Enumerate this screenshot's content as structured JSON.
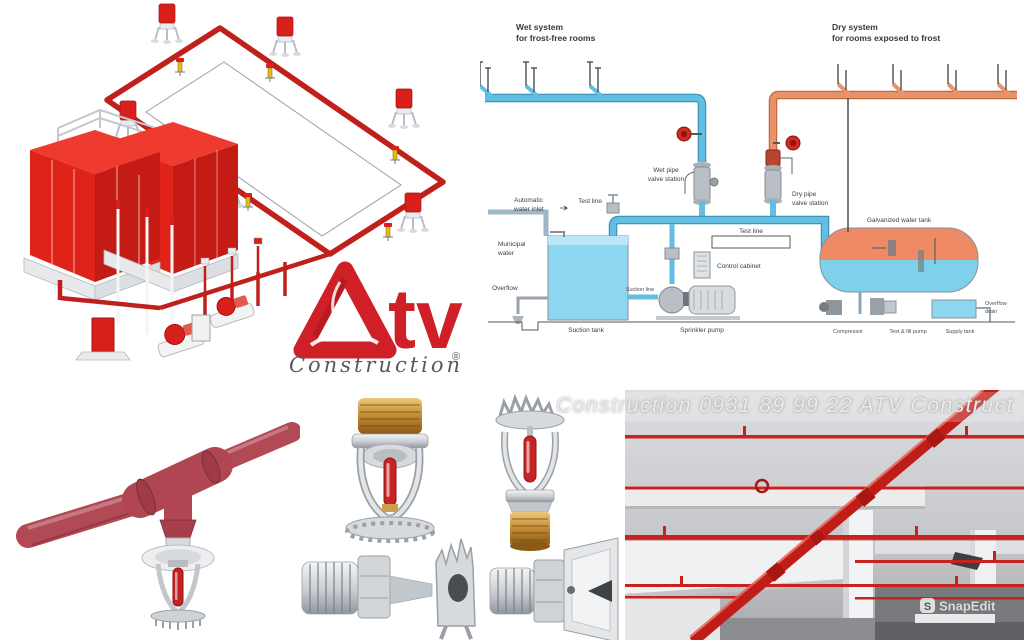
{
  "brand": {
    "name_suffix": "tv",
    "subtitle": "Construction",
    "registered_mark": "®",
    "brand_red": "#cf2027"
  },
  "watermark": {
    "text": "Construction 0931 89 99 22 ATV Construct",
    "snapedit_label": "SnapEdit",
    "snapedit_initial": "S"
  },
  "schematic": {
    "wet_title": [
      "Wet system",
      "for frost-free rooms"
    ],
    "dry_title": [
      "Dry system",
      "for rooms exposed to frost"
    ],
    "labels": {
      "auto_inlet": [
        "Automatic",
        "water inlet"
      ],
      "municipal": [
        "Municipal",
        "water"
      ],
      "overflow": "Overflow",
      "test_line_left": "Test line",
      "wet_station": [
        "Wet pipe",
        "valve station"
      ],
      "dry_station": [
        "Dry pipe",
        "valve station"
      ],
      "test_line_mid": "Test line",
      "control_cabinet": "Control cabinet",
      "suction_line": "Suction line",
      "suction_tank": "Suction tank",
      "sprinkler_pump": "Sprinkler pump",
      "galvanized_tank": "Galvanized water tank",
      "compressor": "Compressor",
      "fill_pump": "Test & fill pump",
      "supply_tank": "Supply tank",
      "overflow_drain": [
        "Overflow",
        "drain"
      ]
    }
  },
  "colors": {
    "loop_pipe_red": "#c0201c",
    "tank_red": "#da1f1a",
    "wet_pipe_blue": "#62bfe2",
    "dry_pipe_orange": "#e8926b",
    "water_blue": "#8ed7f0",
    "ceiling_pipe_red": "#c9211c",
    "fitting_red": "#b04652"
  }
}
